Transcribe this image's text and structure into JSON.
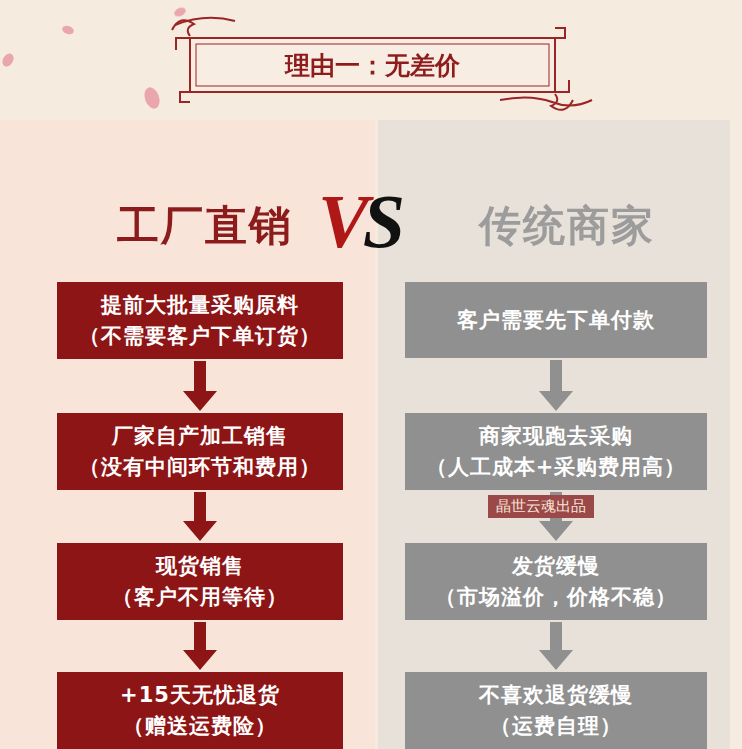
{
  "diagram": {
    "title": "理由一：无差价",
    "nodes": [
      {
        "text": [
          "工厂直销"
        ]
      },
      {
        "text": [
          "提前大批量采购原料",
          "（不需要客户下单订货）"
        ],
        "in": 0
      },
      {
        "text": [
          "厂家自产加工销售",
          "（没有中间环节和费用）"
        ],
        "in": 0
      },
      {
        "text": [
          "现货销售",
          "（客户不用等待）"
        ],
        "in": 0
      },
      {
        "text": [
          "+15天无忧退货",
          "（赠送运费险）"
        ],
        "in": 0
      },
      {
        "text": [
          "传统商家"
        ]
      },
      {
        "text": [
          "客户需要先下单付款"
        ],
        "in": 5
      },
      {
        "text": [
          "商家现跑去采购",
          "（人工成本+采购费用高）"
        ],
        "in": 5
      },
      {
        "text": [
          "发货缓慢",
          "（市场溢价，价格不稳）"
        ],
        "in": 5
      },
      {
        "text": [
          "不喜欢退货缓慢",
          "（运费自理）"
        ],
        "in": 5
      }
    ],
    "edges": [
      {
        "from": 1,
        "to": 2,
        "arrow": "to"
      },
      {
        "from": 2,
        "to": 3,
        "arrow": "to"
      },
      {
        "from": 3,
        "to": 4,
        "arrow": "to"
      },
      {
        "from": 6,
        "to": 7,
        "arrow": "to"
      },
      {
        "from": 7,
        "to": 8,
        "arrow": "to"
      },
      {
        "from": 8,
        "to": 9,
        "arrow": "to"
      }
    ],
    "labels": [
      "VS",
      "晶世云魂出品"
    ]
  }
}
